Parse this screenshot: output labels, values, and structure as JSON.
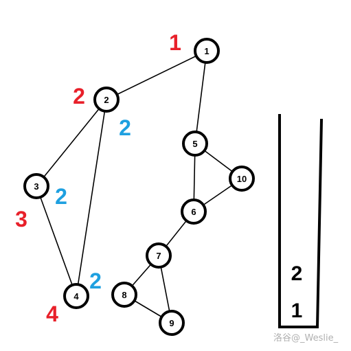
{
  "colors": {
    "red": "#e8202a",
    "blue": "#1ea0e0",
    "black": "#000000"
  },
  "graph": {
    "nodes": [
      {
        "id": "1",
        "label": "1"
      },
      {
        "id": "2",
        "label": "2"
      },
      {
        "id": "3",
        "label": "3"
      },
      {
        "id": "4",
        "label": "4"
      },
      {
        "id": "5",
        "label": "5"
      },
      {
        "id": "6",
        "label": "6"
      },
      {
        "id": "7",
        "label": "7"
      },
      {
        "id": "8",
        "label": "8"
      },
      {
        "id": "9",
        "label": "9"
      },
      {
        "id": "10",
        "label": "10"
      }
    ],
    "edges": [
      [
        "1",
        "2"
      ],
      [
        "1",
        "5"
      ],
      [
        "2",
        "3"
      ],
      [
        "2",
        "4"
      ],
      [
        "3",
        "4"
      ],
      [
        "5",
        "6"
      ],
      [
        "5",
        "10"
      ],
      [
        "6",
        "10"
      ],
      [
        "6",
        "7"
      ],
      [
        "7",
        "8"
      ],
      [
        "7",
        "9"
      ],
      [
        "8",
        "9"
      ]
    ]
  },
  "annotations": {
    "red": [
      {
        "node": "1",
        "text": "1"
      },
      {
        "node": "2",
        "text": "2"
      },
      {
        "node": "3",
        "text": "3"
      },
      {
        "node": "4",
        "text": "4"
      }
    ],
    "blue": [
      {
        "node": "2",
        "text": "2"
      },
      {
        "node": "3",
        "text": "2"
      },
      {
        "node": "4",
        "text": "2"
      }
    ]
  },
  "stack": {
    "items": [
      "2",
      "1"
    ]
  },
  "watermark": "洛谷@_Weslie_"
}
